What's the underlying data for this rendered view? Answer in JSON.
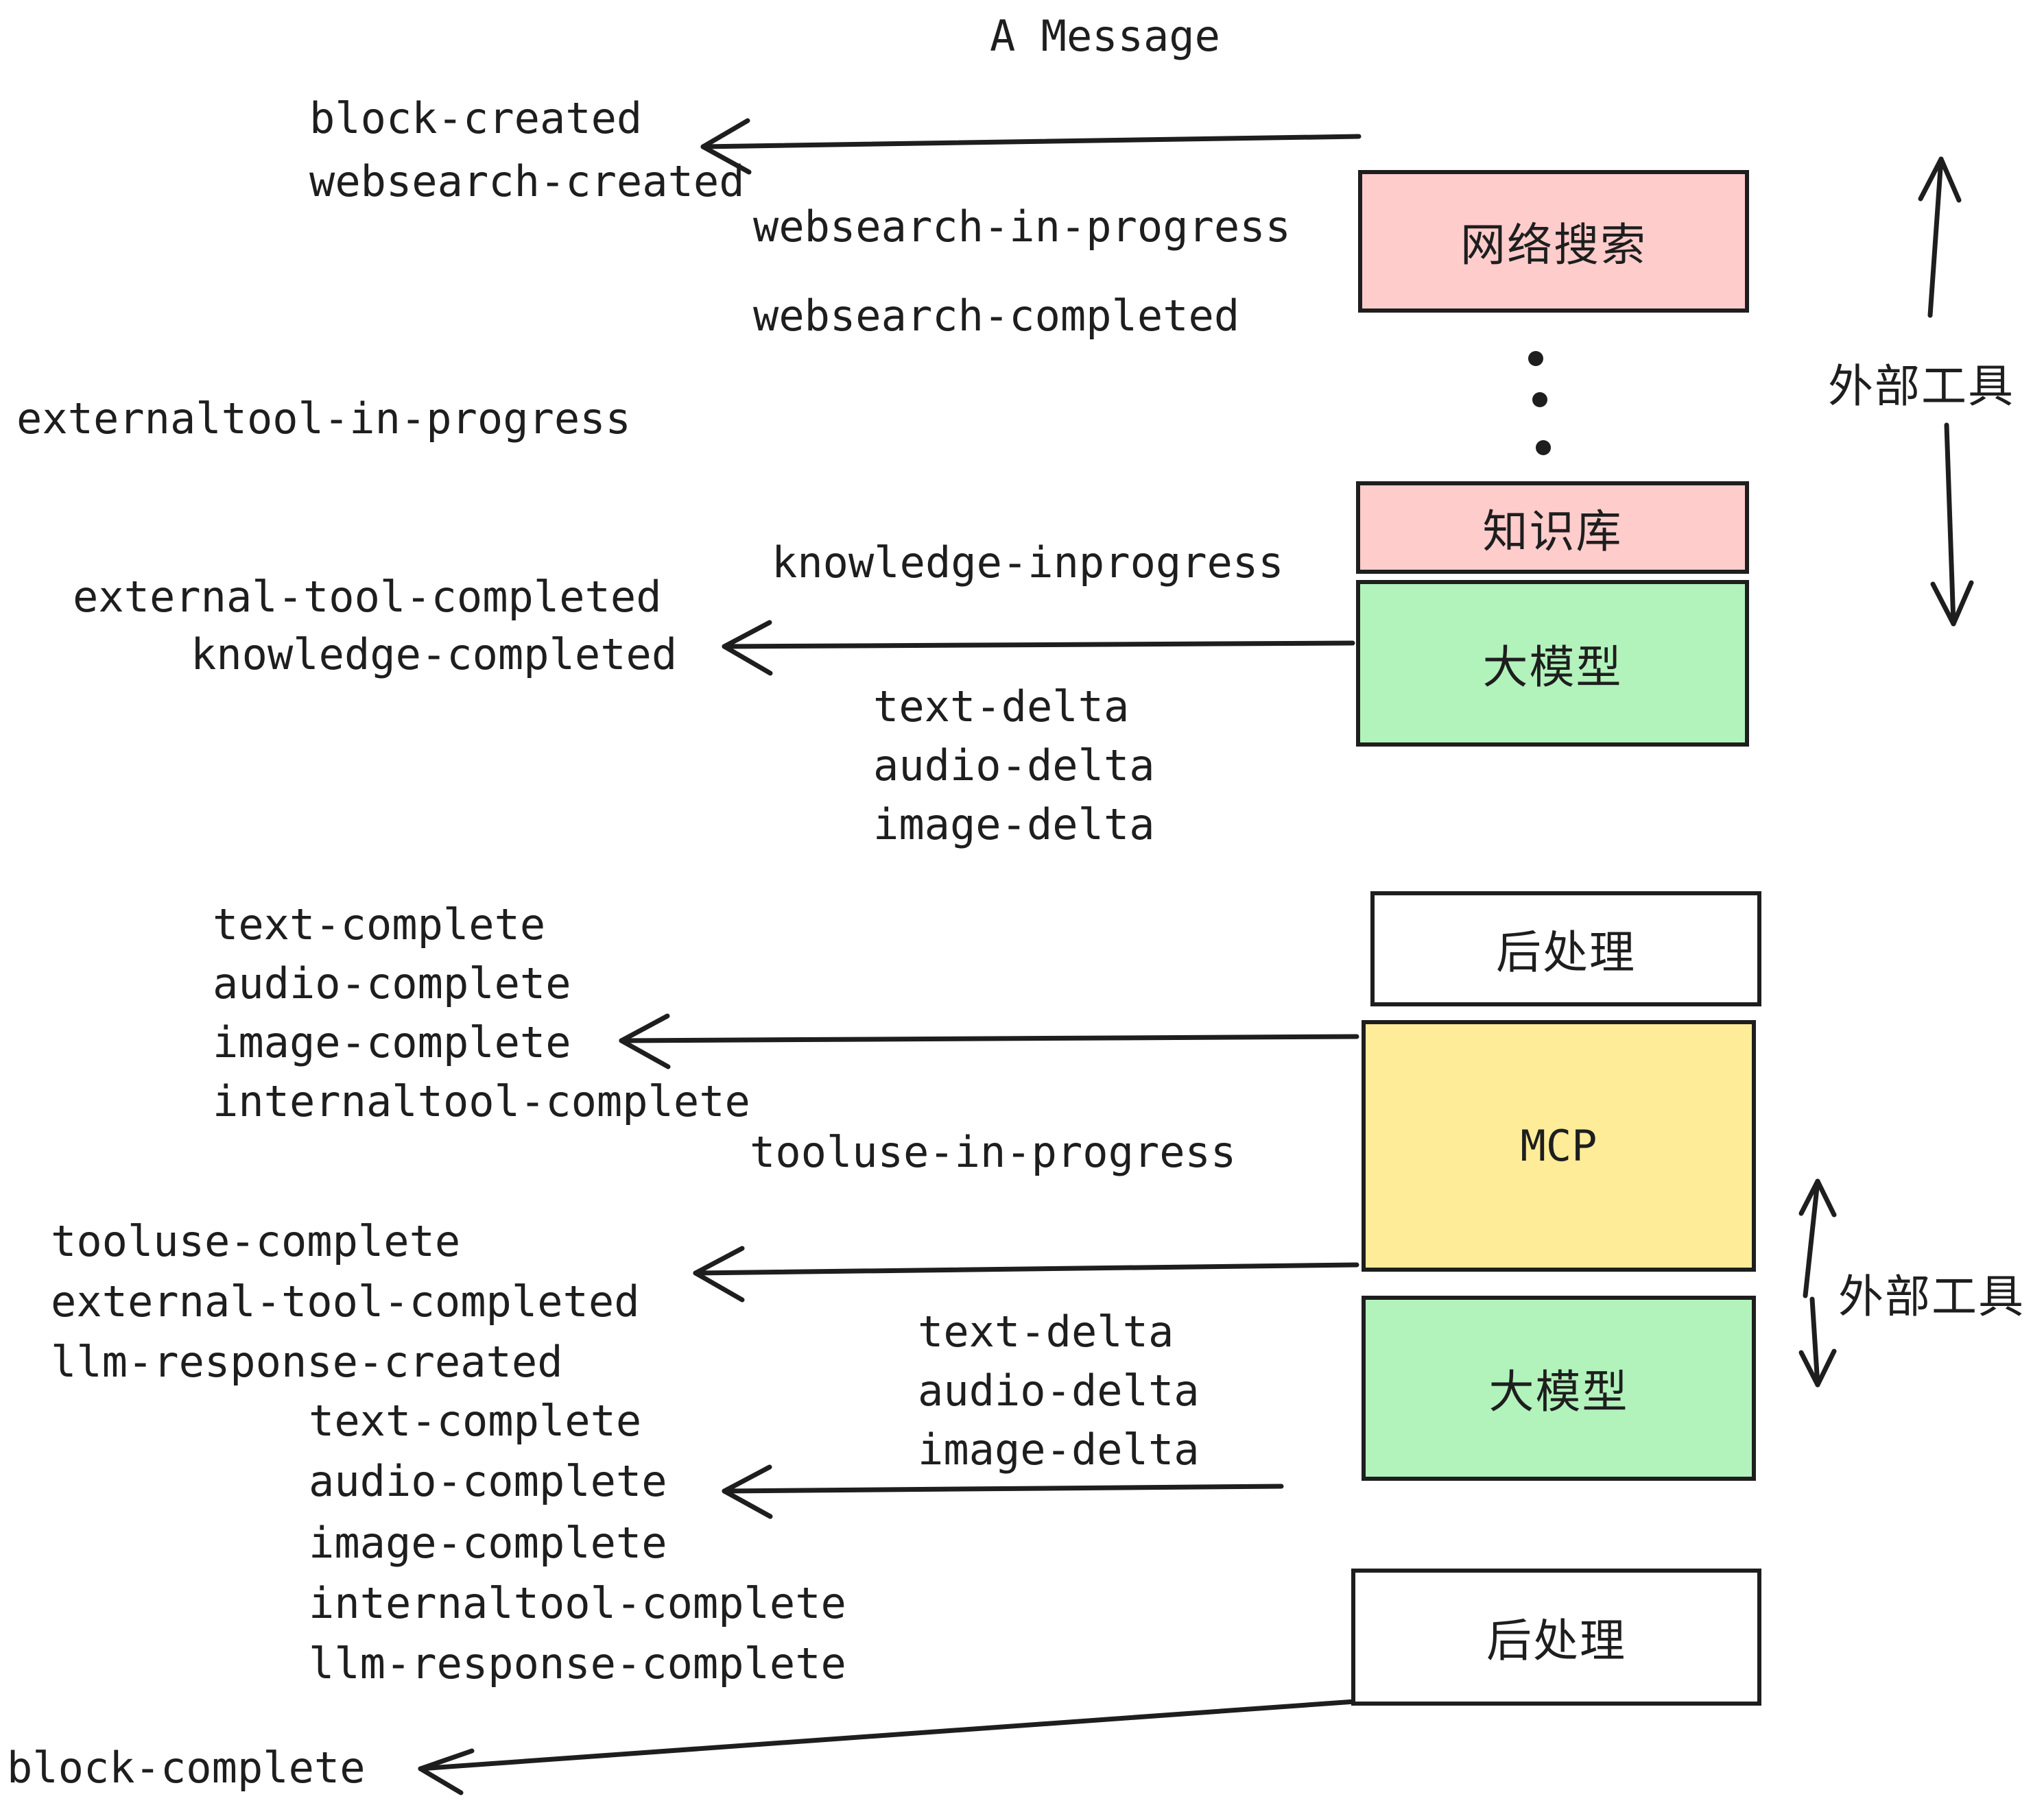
{
  "title": "A Message",
  "colors": {
    "stroke": "#1e1e1e",
    "pink": "#ffcccc",
    "green": "#b2f2bb",
    "yellow": "#ffec99",
    "white": "#ffffff",
    "background": "#ffffff"
  },
  "boxes": [
    {
      "id": "websearch",
      "label": "网络搜索",
      "fill": "#ffcccc"
    },
    {
      "id": "knowledge",
      "label": "知识库",
      "fill": "#ffcccc"
    },
    {
      "id": "llm-1",
      "label": "大模型",
      "fill": "#b2f2bb"
    },
    {
      "id": "postprocess-1",
      "label": "后处理",
      "fill": "#ffffff"
    },
    {
      "id": "mcp",
      "label": "MCP",
      "fill": "#ffec99"
    },
    {
      "id": "llm-2",
      "label": "大模型",
      "fill": "#b2f2bb"
    },
    {
      "id": "postprocess-2",
      "label": "后处理",
      "fill": "#ffffff"
    }
  ],
  "side_labels": [
    {
      "id": "external-tools-top",
      "label": "外部工具"
    },
    {
      "id": "external-tools-bottom",
      "label": "外部工具"
    }
  ],
  "events": [
    {
      "id": "block-created",
      "text": "block-created"
    },
    {
      "id": "websearch-created",
      "text": "websearch-created"
    },
    {
      "id": "websearch-in-progress",
      "text": "websearch-in-progress"
    },
    {
      "id": "websearch-completed",
      "text": "websearch-completed"
    },
    {
      "id": "externaltool-in-progress",
      "text": "externaltool-in-progress"
    },
    {
      "id": "knowledge-inprogress",
      "text": "knowledge-inprogress"
    },
    {
      "id": "external-tool-completed-1",
      "text": "external-tool-completed"
    },
    {
      "id": "knowledge-completed",
      "text": "knowledge-completed"
    },
    {
      "id": "text-delta-1",
      "text": "text-delta"
    },
    {
      "id": "audio-delta-1",
      "text": "audio-delta"
    },
    {
      "id": "image-delta-1",
      "text": "image-delta"
    },
    {
      "id": "text-complete-1",
      "text": "text-complete"
    },
    {
      "id": "audio-complete-1",
      "text": "audio-complete"
    },
    {
      "id": "image-complete-1",
      "text": "image-complete"
    },
    {
      "id": "internaltool-complete-1",
      "text": "internaltool-complete"
    },
    {
      "id": "tooluse-in-progress",
      "text": "tooluse-in-progress"
    },
    {
      "id": "tooluse-complete",
      "text": "tooluse-complete"
    },
    {
      "id": "external-tool-completed-2",
      "text": "external-tool-completed"
    },
    {
      "id": "llm-response-created",
      "text": "llm-response-created"
    },
    {
      "id": "text-complete-2",
      "text": "text-complete"
    },
    {
      "id": "audio-complete-2",
      "text": "audio-complete"
    },
    {
      "id": "image-complete-2",
      "text": "image-complete"
    },
    {
      "id": "internaltool-complete-2",
      "text": "internaltool-complete"
    },
    {
      "id": "llm-response-complete",
      "text": "llm-response-complete"
    },
    {
      "id": "text-delta-2",
      "text": "text-delta"
    },
    {
      "id": "audio-delta-2",
      "text": "audio-delta"
    },
    {
      "id": "image-delta-2",
      "text": "image-delta"
    },
    {
      "id": "block-complete",
      "text": "block-complete"
    }
  ],
  "ellipsis": {
    "id": "vertical-ellipsis",
    "dots": 3
  }
}
